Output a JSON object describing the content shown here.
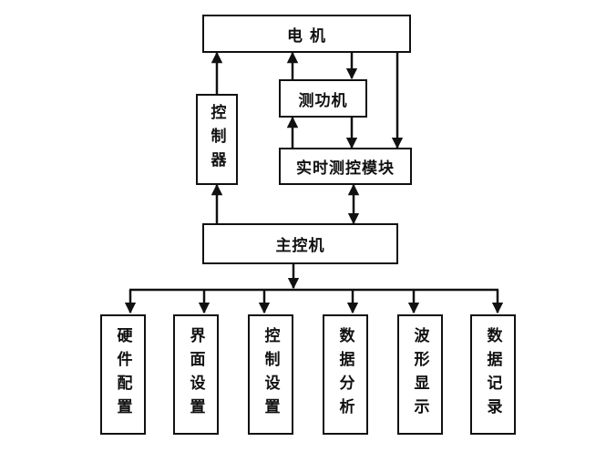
{
  "diagram": {
    "type": "block-diagram",
    "nodes": {
      "motor": "电 机",
      "dynamometer": "测功机",
      "controller": "控制器",
      "realtime_module": "实时测控模块",
      "host": "主控机"
    },
    "modules": [
      {
        "label": "硬件配置"
      },
      {
        "label": "界面设置"
      },
      {
        "label": "控制设置"
      },
      {
        "label": "数据分析"
      },
      {
        "label": "波形显示"
      },
      {
        "label": "数据记录"
      }
    ],
    "edges": [
      {
        "from": "controller",
        "to": "motor"
      },
      {
        "from": "dynamometer",
        "to": "motor"
      },
      {
        "from": "motor",
        "to": "dynamometer"
      },
      {
        "from": "motor",
        "to": "realtime_module"
      },
      {
        "from": "dynamometer",
        "to": "realtime_module"
      },
      {
        "from": "realtime_module",
        "to": "dynamometer"
      },
      {
        "from": "host",
        "to": "controller"
      },
      {
        "from": "host",
        "to": "realtime_module",
        "bidirectional": true
      },
      {
        "from": "host",
        "to": "modules"
      }
    ]
  }
}
